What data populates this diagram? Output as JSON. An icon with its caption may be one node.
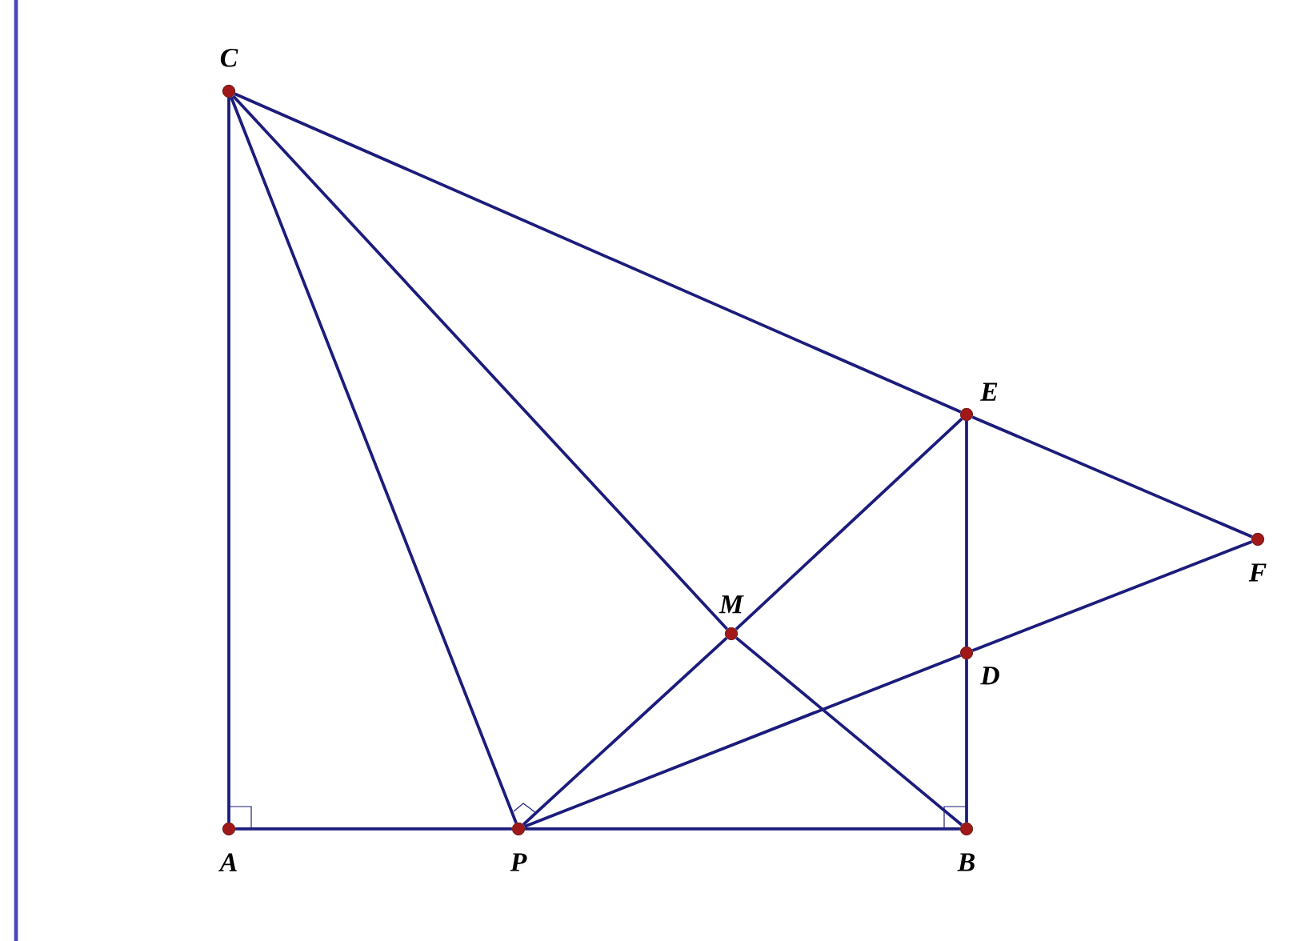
{
  "diagram": {
    "nodes": [
      {
        "text": [
          "C"
        ]
      },
      {
        "text": [
          "A"
        ]
      },
      {
        "text": [
          "P"
        ]
      },
      {
        "text": [
          "B"
        ]
      },
      {
        "text": [
          "E"
        ]
      },
      {
        "text": [
          "F"
        ]
      },
      {
        "text": [
          "D"
        ]
      },
      {
        "text": [
          "M"
        ]
      }
    ],
    "edges": [
      {
        "from": 0,
        "to": 1,
        "arrow": "none"
      },
      {
        "from": 1,
        "to": 2,
        "arrow": "none"
      },
      {
        "from": 2,
        "to": 3,
        "arrow": "none"
      },
      {
        "from": 0,
        "to": 2,
        "arrow": "none"
      },
      {
        "from": 0,
        "to": 7,
        "arrow": "none"
      },
      {
        "from": 7,
        "to": 3,
        "arrow": "none"
      },
      {
        "from": 0,
        "to": 4,
        "arrow": "none"
      },
      {
        "from": 4,
        "to": 5,
        "arrow": "none"
      },
      {
        "from": 4,
        "to": 6,
        "arrow": "none"
      },
      {
        "from": 6,
        "to": 3,
        "arrow": "none"
      },
      {
        "from": 2,
        "to": 7,
        "arrow": "none"
      },
      {
        "from": 7,
        "to": 4,
        "arrow": "none"
      },
      {
        "from": 2,
        "to": 6,
        "arrow": "none"
      },
      {
        "from": 6,
        "to": 5,
        "arrow": "none"
      }
    ]
  }
}
